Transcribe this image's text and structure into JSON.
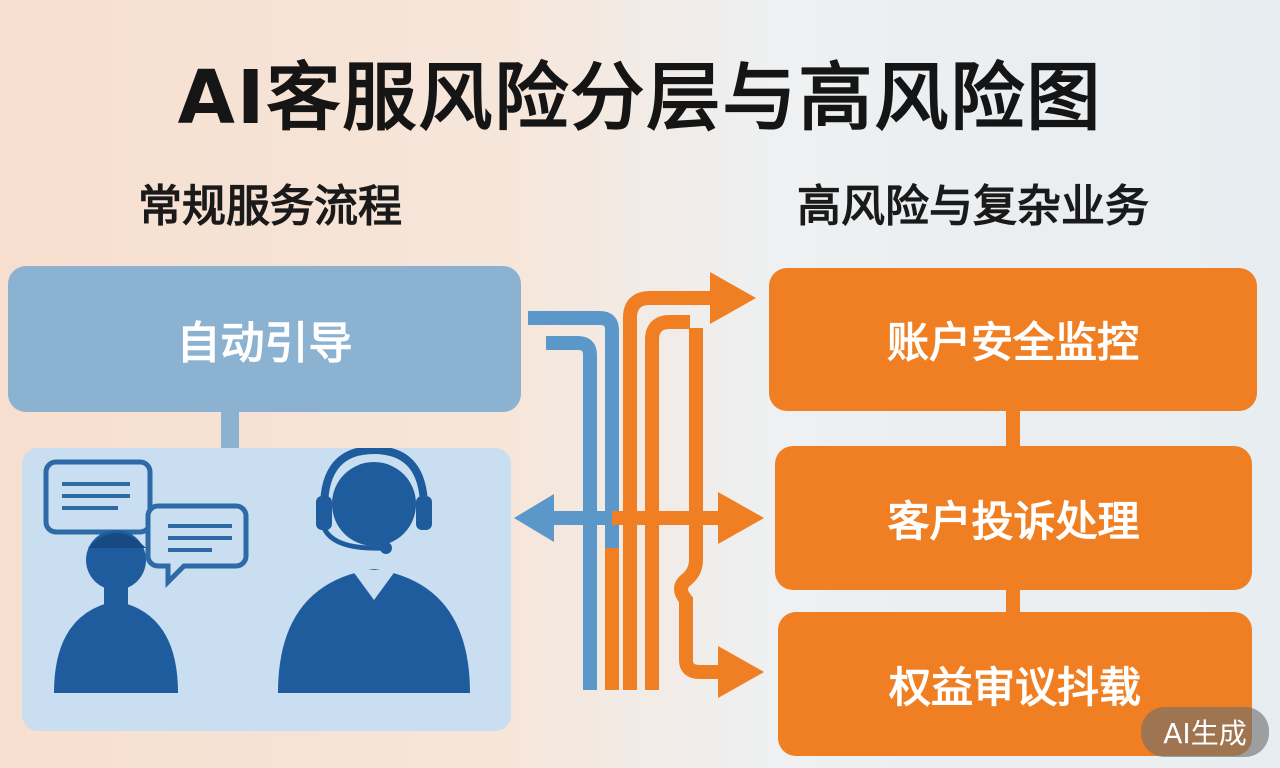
{
  "title": "AI客服风险分层与高风险图",
  "left": {
    "heading": "常规服务流程",
    "top_box": "自动引导"
  },
  "right": {
    "heading": "高风险与复杂业务",
    "boxes": [
      "账户安全监控",
      "客户投诉处理",
      "权益审议抖载"
    ]
  },
  "badge": "AI生成",
  "colors": {
    "blue_box": "#8cb2d2",
    "blue_panel": "#c9def0",
    "blue_figure": "#1f5c9e",
    "blue_arrow": "#5b98c9",
    "orange": "#ef7f22"
  },
  "icons": [
    "chat-bubble-icon",
    "user-icon",
    "headset-agent-icon"
  ]
}
